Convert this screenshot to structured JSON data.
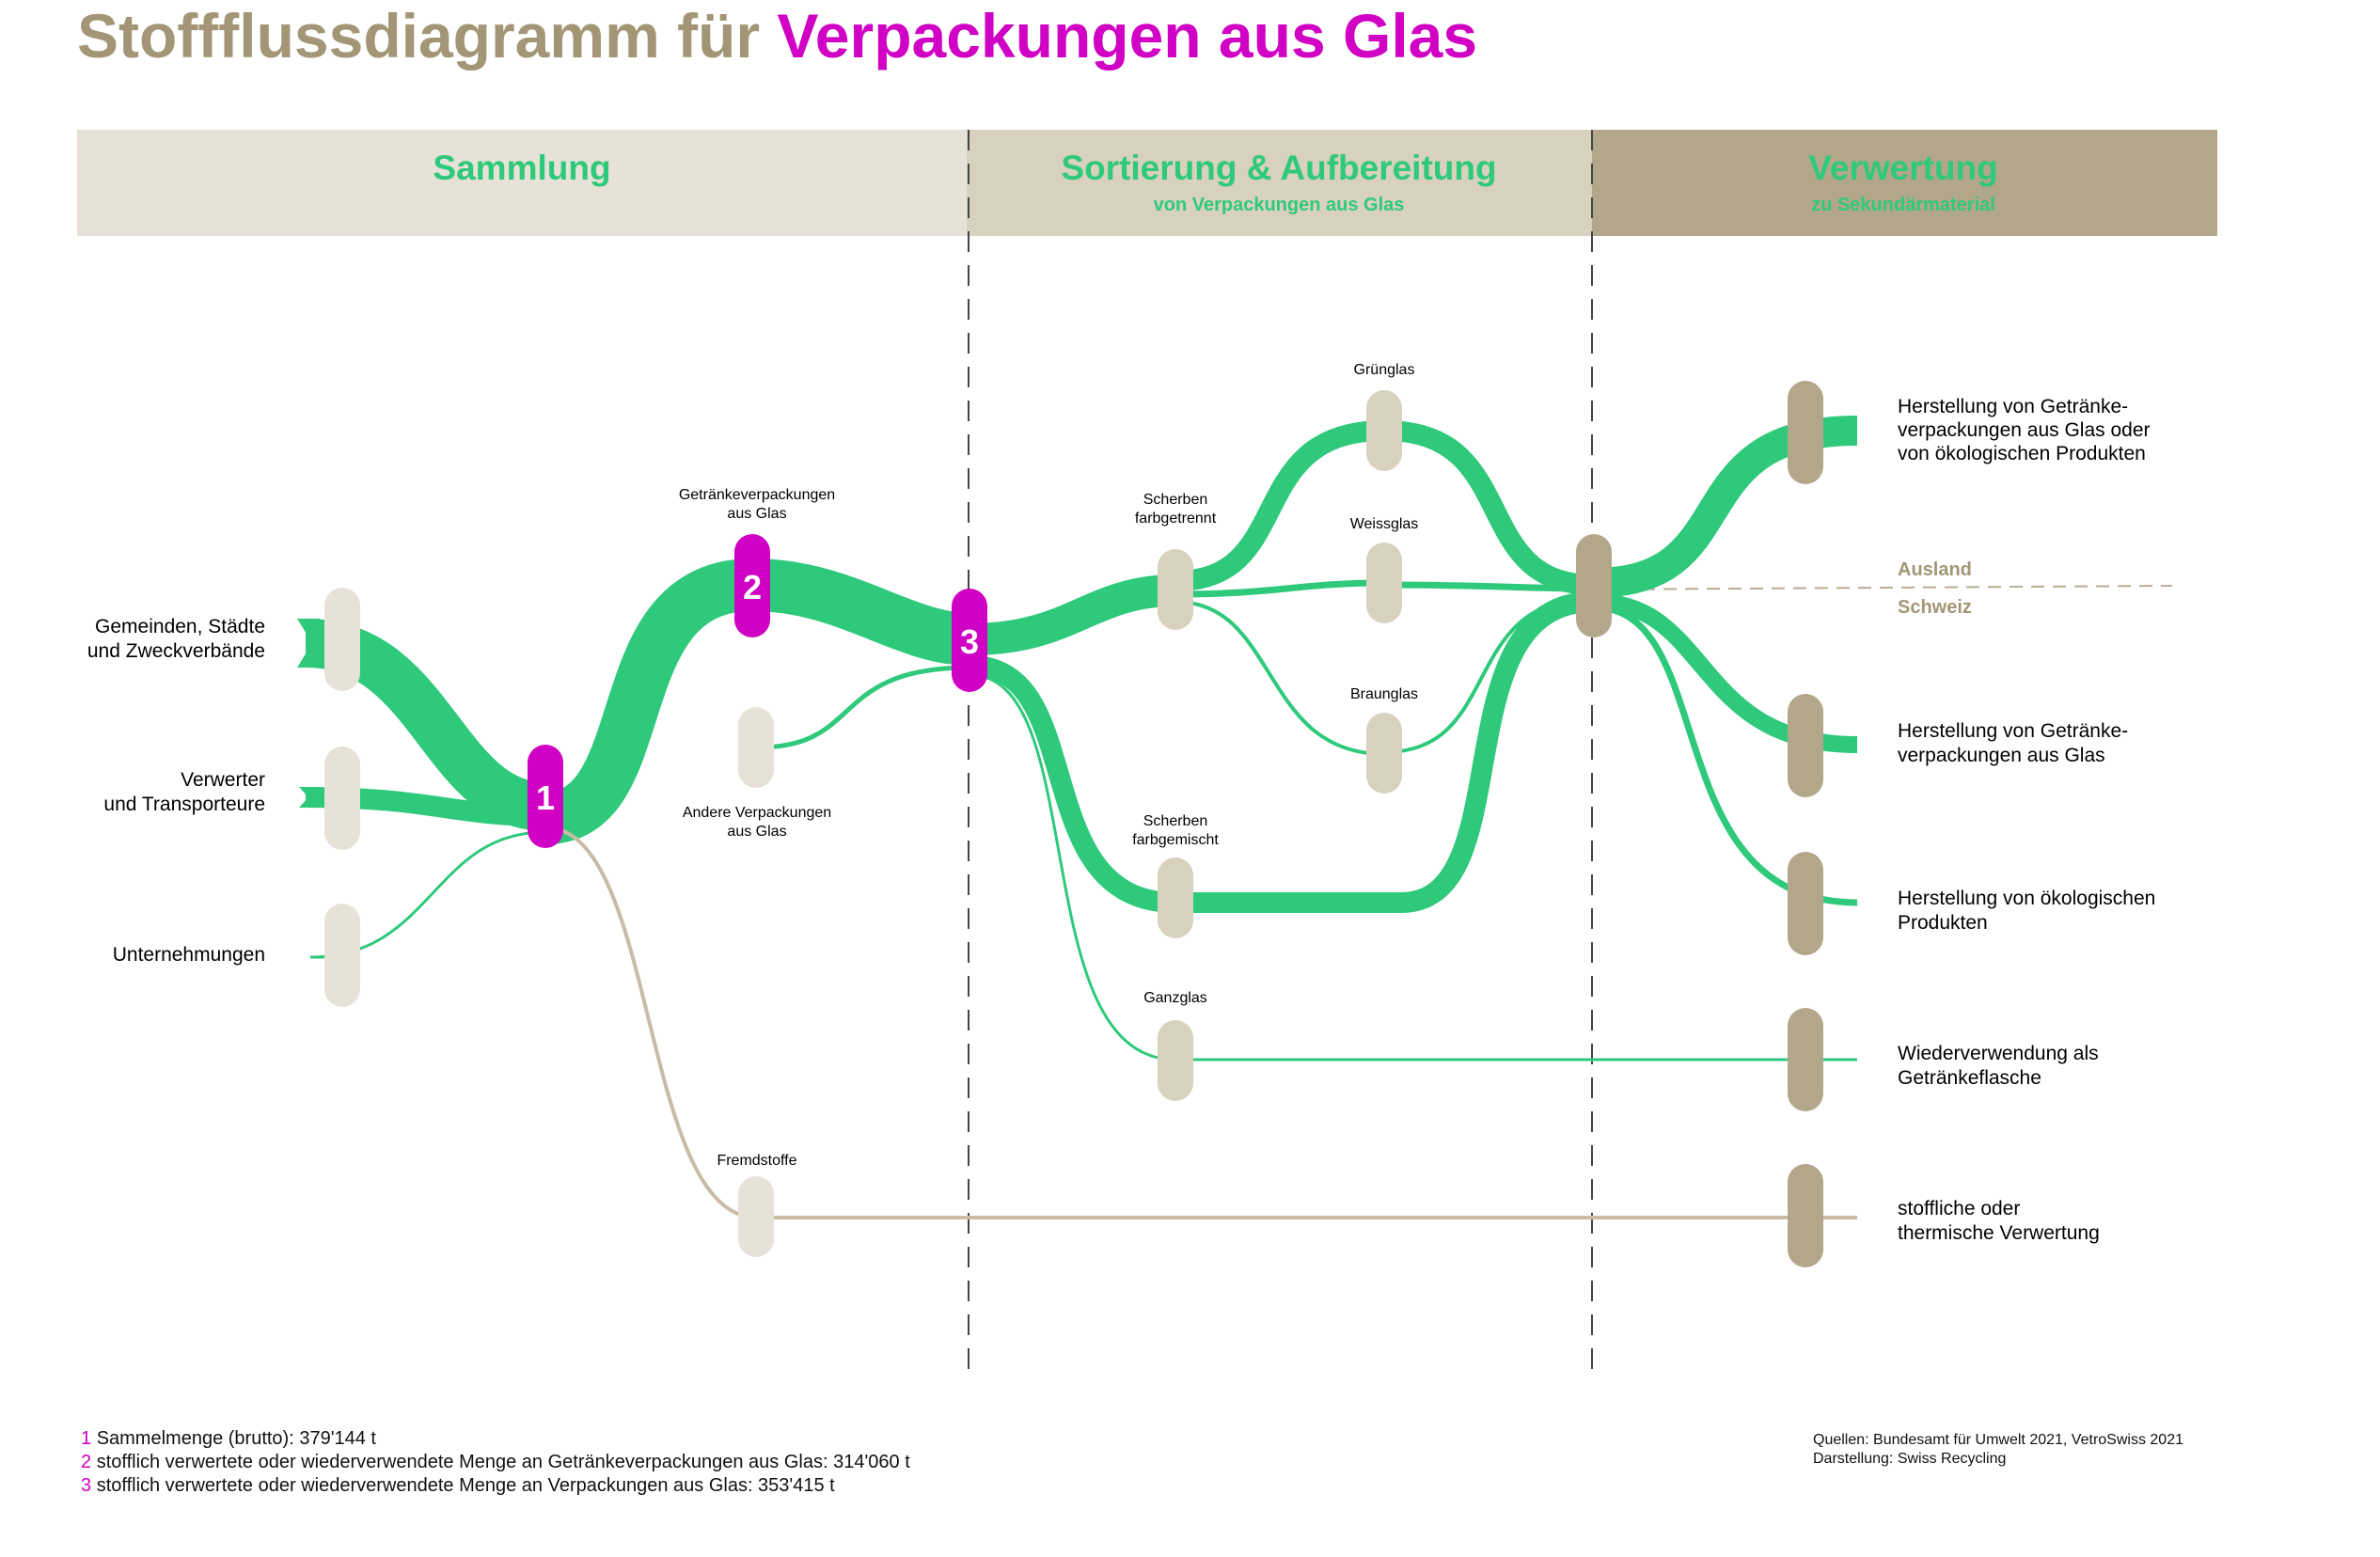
{
  "title": {
    "part1": "Stoffflussdiagramm für",
    "part2": "Verpackungen aus Glas"
  },
  "colors": {
    "flow": "#2ec97b",
    "magenta": "#d000c4",
    "taupe": "#a29676",
    "stage1": "#e7e2d8",
    "stage2": "#d8d1be",
    "stage3": "#b2a78a",
    "node_light": "#dcd6c8",
    "foreign": "#c9bca6"
  },
  "stages": [
    {
      "title": "Sammlung",
      "subtitle": ""
    },
    {
      "title": "Sortierung & Aufbereitung",
      "subtitle": "von Verpackungen aus Glas"
    },
    {
      "title": "Verwertung",
      "subtitle": "zu Sekundärmaterial"
    }
  ],
  "sources": [
    {
      "line1": "Gemeinden, Städte",
      "line2": "und Zweckverbände"
    },
    {
      "line1": "Verwerter",
      "line2": "und Transporteure"
    },
    {
      "line1": "Unternehmungen",
      "line2": ""
    }
  ],
  "numbered_nodes": [
    "1",
    "2",
    "3"
  ],
  "nodes": {
    "getraenke": {
      "line1": "Getränkeverpackungen",
      "line2": "aus Glas"
    },
    "andere": {
      "line1": "Andere Verpackungen",
      "line2": "aus Glas"
    },
    "fremdstoffe": "Fremdstoffe",
    "farbgetrennt": {
      "line1": "Scherben",
      "line2": "farbgetrennt"
    },
    "farbgemischt": {
      "line1": "Scherben",
      "line2": "farbgemischt"
    },
    "ganzglas": "Ganzglas",
    "gruenglas": "Grünglas",
    "weissglas": "Weissglas",
    "braunglas": "Braunglas"
  },
  "regions": {
    "abroad": "Ausland",
    "domestic": "Schweiz"
  },
  "outputs": [
    {
      "lines": [
        "Herstellung von Getränke-",
        "verpackungen aus Glas oder",
        "von ökologischen Produkten"
      ]
    },
    {
      "lines": [
        "Herstellung von Getränke-",
        "verpackungen aus Glas"
      ]
    },
    {
      "lines": [
        "Herstellung von ökologischen",
        "Produkten"
      ]
    },
    {
      "lines": [
        "Wiederverwendung als",
        "Getränkeflasche"
      ]
    },
    {
      "lines": [
        "stoffliche oder",
        "thermische Verwertung"
      ]
    }
  ],
  "footnotes": [
    {
      "num": "1",
      "text": "Sammelmenge (brutto): 379'144 t"
    },
    {
      "num": "2",
      "text": "stofflich verwertete oder wiederverwendete Menge an Getränkeverpackungen aus Glas: 314'060 t"
    },
    {
      "num": "3",
      "text": "stofflich verwertete oder wiederverwendete Menge an Verpackungen aus Glas: 353'415 t"
    }
  ],
  "credits": {
    "line1": "Quellen: Bundesamt für Umwelt 2021, VetroSwiss 2021",
    "line2": "Darstellung: Swiss Recycling"
  }
}
